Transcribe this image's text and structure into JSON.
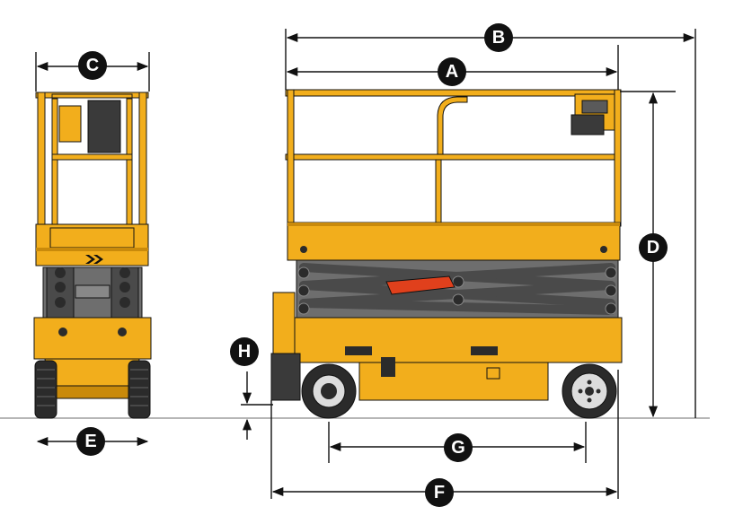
{
  "diagram": {
    "colors": {
      "body": "#F2AE1C",
      "body_dark": "#C98A0B",
      "scissor": "#6E6E6E",
      "scissor_dark": "#4A4A4A",
      "accent_red": "#E0401C",
      "outline": "#1A1A1A",
      "tire": "#2B2B2B",
      "dimension": "#111111",
      "ground": "#8A8A8A",
      "badge": "#111111"
    },
    "dimensions": {
      "a": {
        "label": "A"
      },
      "b": {
        "label": "B"
      },
      "c": {
        "label": "C"
      },
      "d": {
        "label": "D"
      },
      "e": {
        "label": "E"
      },
      "f": {
        "label": "F"
      },
      "g": {
        "label": "G"
      },
      "h": {
        "label": "H"
      }
    }
  }
}
